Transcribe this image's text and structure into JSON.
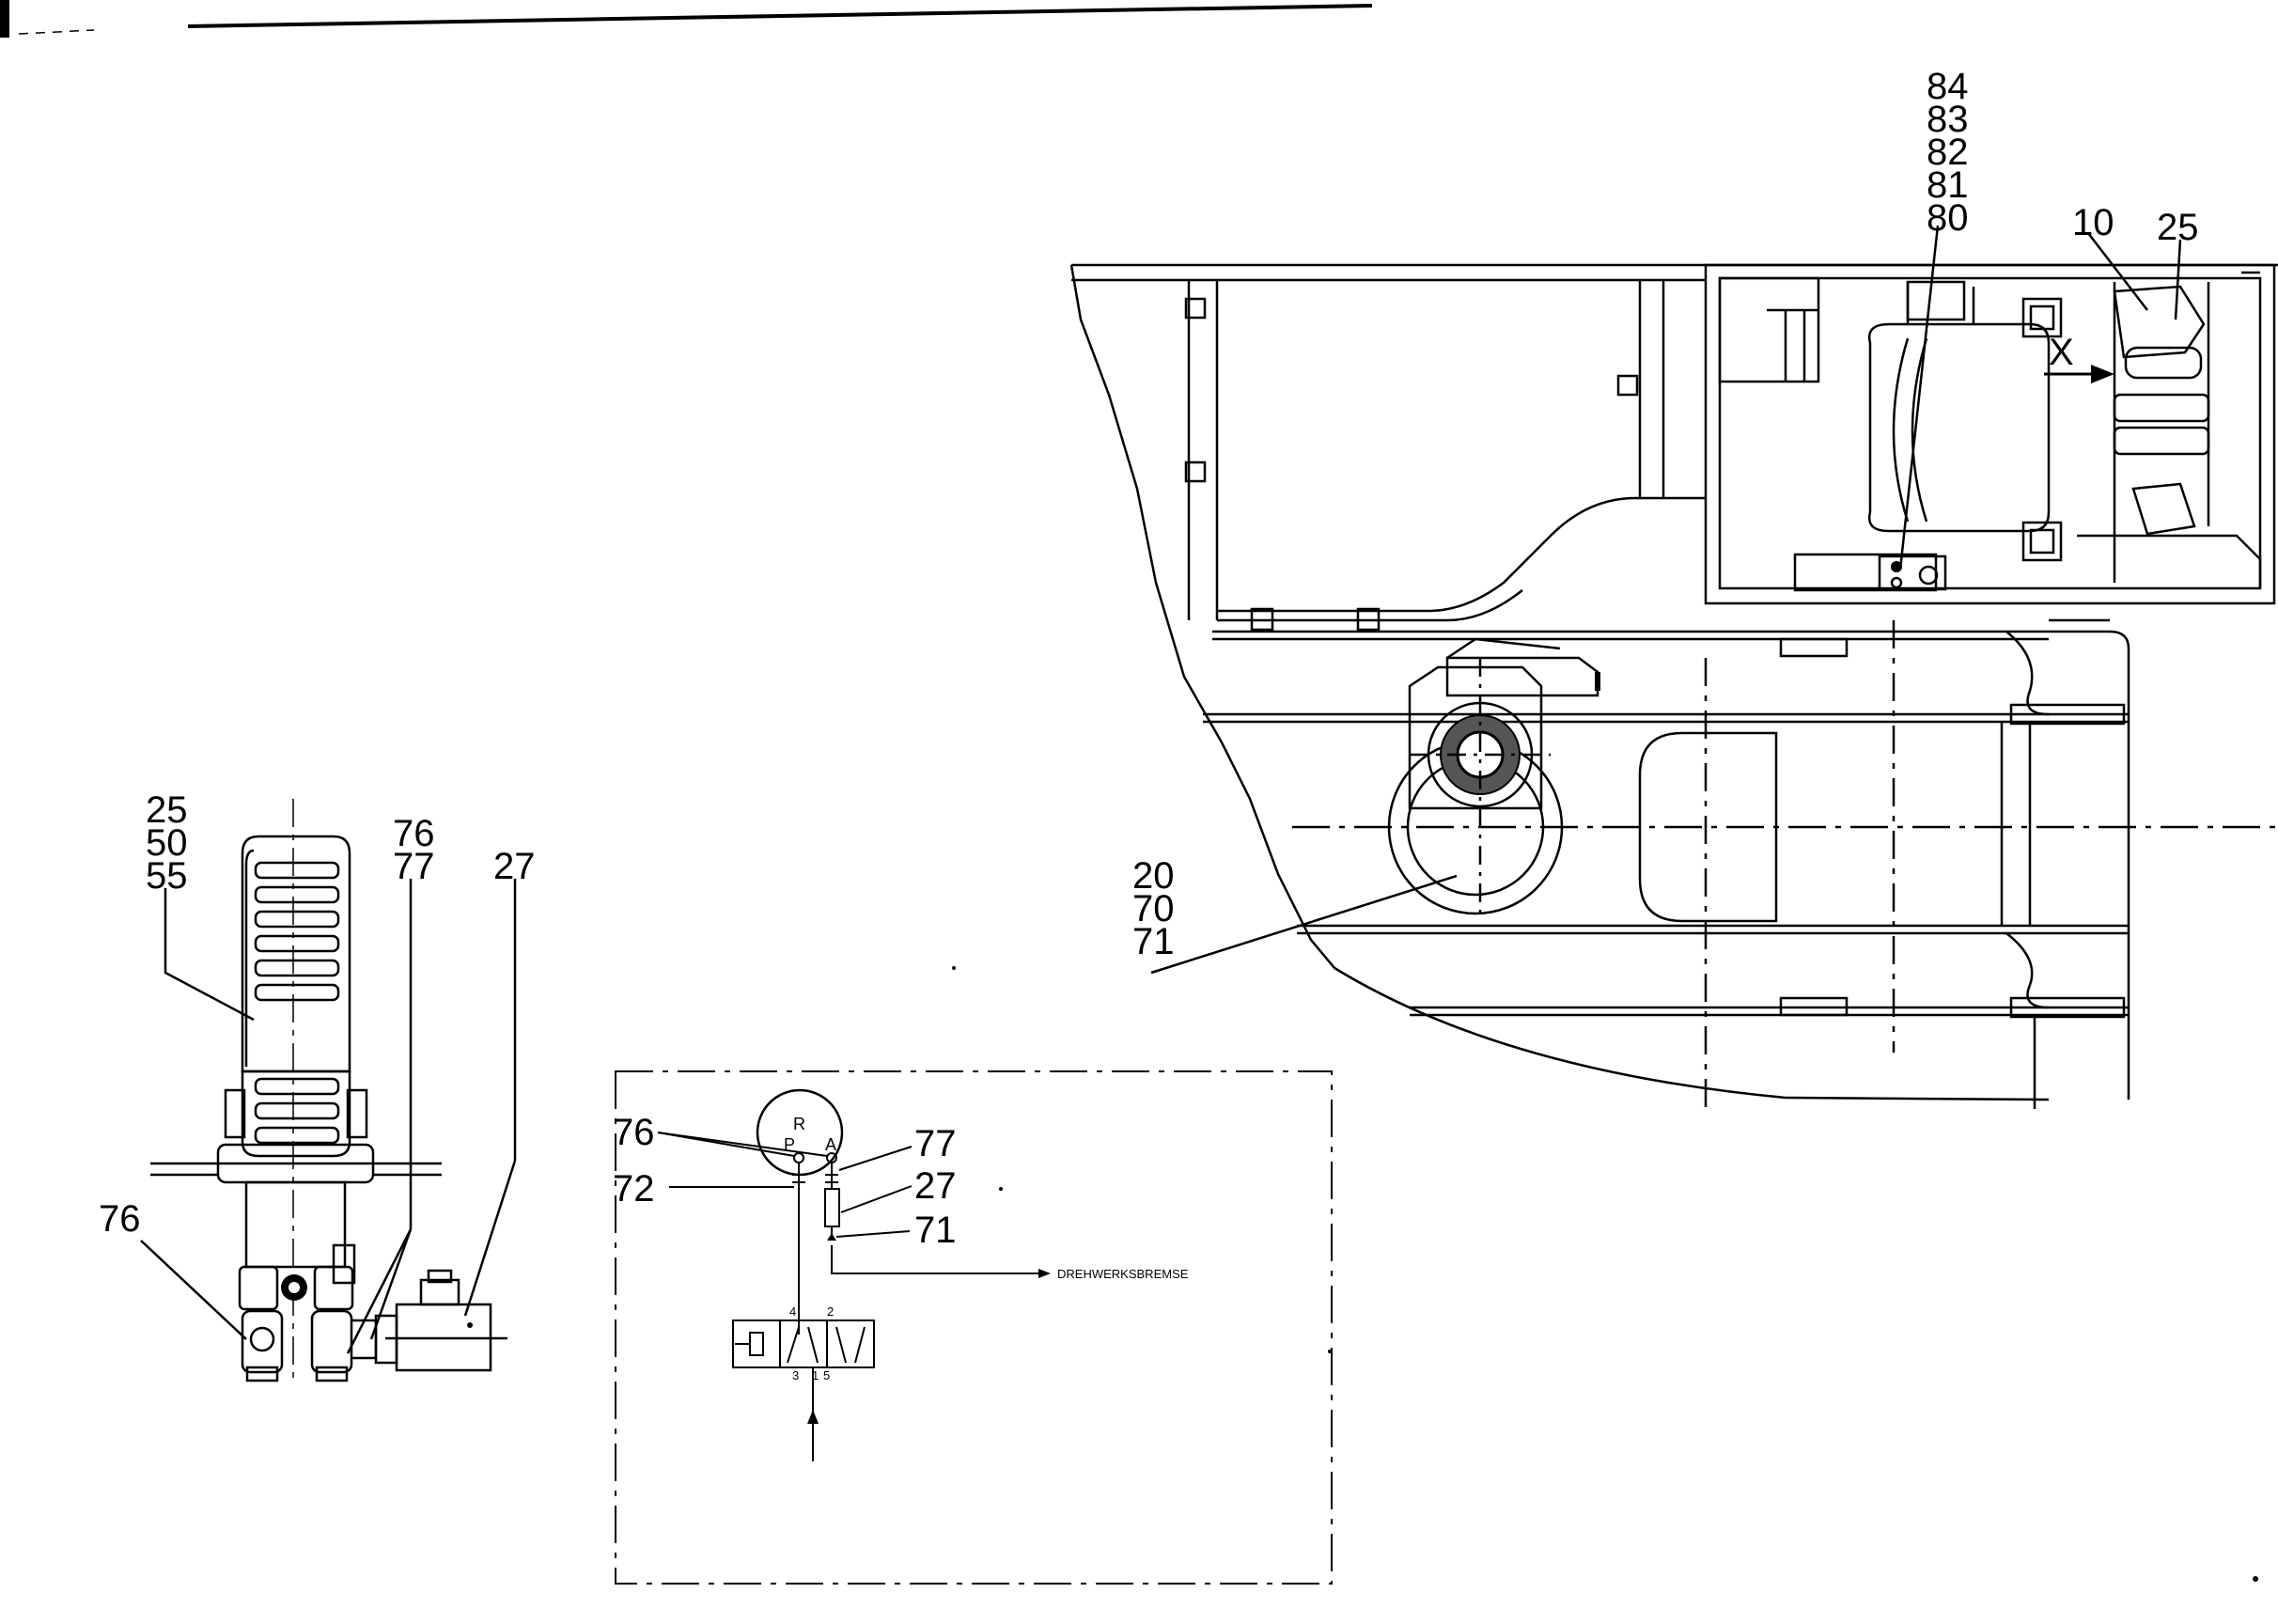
{
  "labels": {
    "top_stack": [
      "84",
      "83",
      "82",
      "81",
      "80"
    ],
    "right_10": "10",
    "right_25": "25",
    "arrow_x": "X",
    "mid_stack": [
      "20",
      "70",
      "71"
    ],
    "pedal_stack": [
      "25",
      "50",
      "55"
    ],
    "pedal_76_77": [
      "76",
      "77"
    ],
    "pedal_27": "27",
    "pedal_76_low": "76",
    "schem_76": "76",
    "schem_77": "77",
    "schem_72": "72",
    "schem_27": "27",
    "schem_71": "71",
    "schem_R": "R",
    "schem_P": "P",
    "schem_A": "A",
    "schem_note": "DREHWERKSBREMSE",
    "port_4": "4",
    "port_2": "2",
    "port_3": "3",
    "port_1": "1",
    "port_5": "5"
  }
}
